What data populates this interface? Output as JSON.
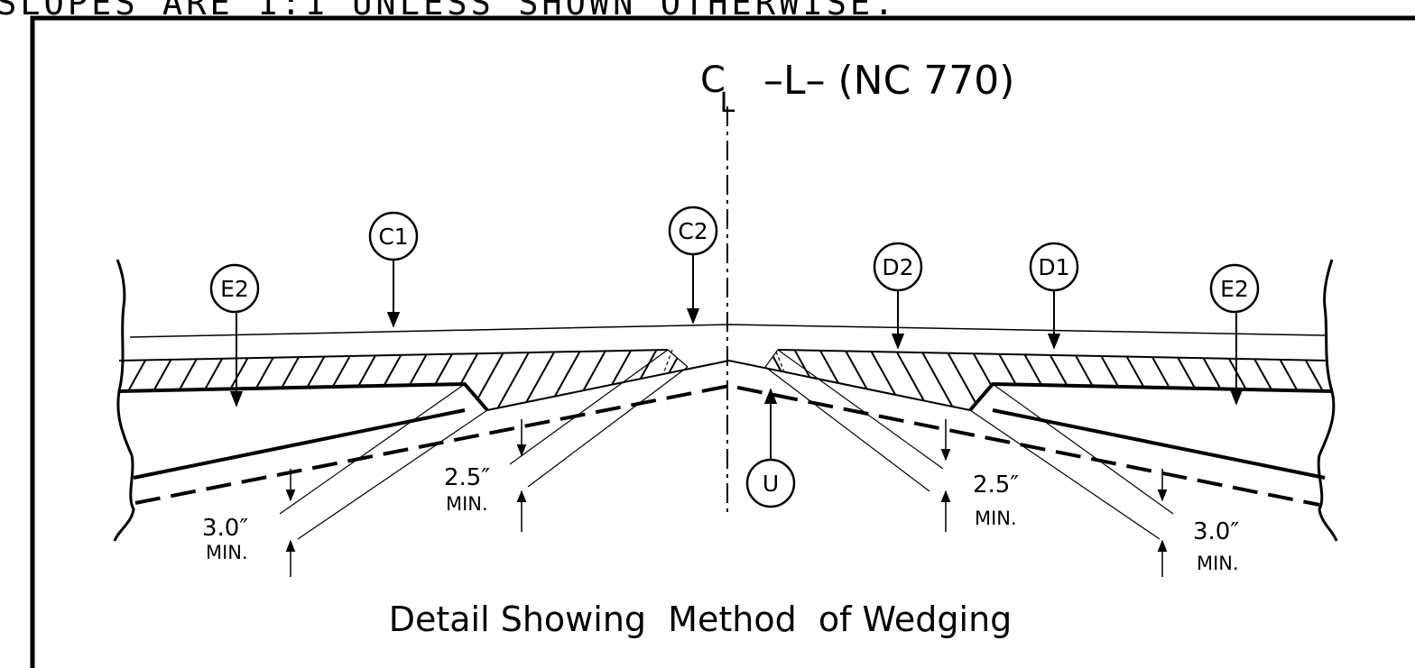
{
  "sheet_note": "SLOPES ARE 1:1 UNLESS SHOWN OTHERWISE.",
  "centerline": {
    "symbol_c": "C",
    "symbol_l": "L",
    "label": "–L– (NC 770)"
  },
  "callouts": {
    "c1": "C1",
    "c2": "C2",
    "d1": "D1",
    "d2": "D2",
    "e2_left": "E2",
    "e2_right": "E2",
    "u": "U"
  },
  "dimensions": {
    "left_outer_value": "3.0″",
    "left_outer_min": "MIN.",
    "left_inner_value": "2.5″",
    "left_inner_min": "MIN.",
    "right_inner_value": "2.5″",
    "right_inner_min": "MIN.",
    "right_outer_value": "3.0″",
    "right_outer_min": "MIN."
  },
  "caption": "Detail Showing  Method  of Wedging"
}
